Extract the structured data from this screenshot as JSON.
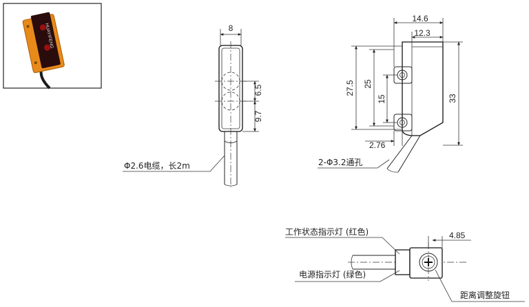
{
  "photo": {
    "device_text": "HUAYIFENG",
    "colors": {
      "housing": "#e88a1a",
      "lens": "#3a1010",
      "cable": "#222222"
    }
  },
  "front_view": {
    "dims": {
      "width": "8",
      "hole_spacing": "6.5",
      "hole_offset": "9.7"
    },
    "cable_label": "Φ2.6电缆，长2m"
  },
  "side_view": {
    "dims": {
      "total_width": "14.6",
      "body_width": "12.3",
      "height_outer": "27.5",
      "height_mid": "25",
      "height_inner": "15",
      "total_height": "33",
      "hole_edge": "2.76"
    },
    "hole_label": "2-Φ3.2通孔"
  },
  "top_view": {
    "dims": {
      "knob_offset": "4.85"
    },
    "labels": {
      "status_led": "工作状态指示灯 (红色)",
      "power_led": "电源指示灯 (绿色)",
      "knob": "距离调整旋钮"
    }
  }
}
